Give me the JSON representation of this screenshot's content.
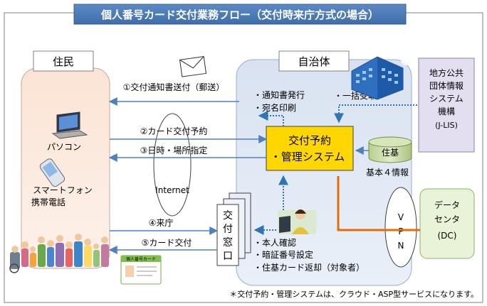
{
  "title": "個人番号カード交付業務フロー（交付時来庁方式の場合）",
  "residents": {
    "label": "住民",
    "pc": "パソコン",
    "phone_line1": "スマートフォン",
    "phone_line2": "携帯電話",
    "card_label": "個人番号カード"
  },
  "municipality": {
    "label": "自治体"
  },
  "flows": {
    "f1": "①交付通知書送付（郵送）",
    "f2": "②カード交付予約",
    "f3": "③日時・場所指定",
    "f4": "④来庁",
    "f5": "⑤カード交付"
  },
  "internet": "Internet",
  "notice": {
    "line1": "・通知書発行",
    "line2": "・宛名印刷"
  },
  "bulk_receive": "・一括受取",
  "system": {
    "line1": "交付予約",
    "line2": "・管理システム"
  },
  "juki": {
    "label": "住基",
    "sub": "基本４情報"
  },
  "jlis": {
    "line1": "地方公共",
    "line2": "団体情報",
    "line3": "システム",
    "line4": "機構",
    "line5": "(J-LIS)"
  },
  "vpn": {
    "v": "V",
    "p": "P",
    "n": "N"
  },
  "dc": {
    "line1": "データ",
    "line2": "センタ",
    "line3": "(DC)"
  },
  "counter": {
    "c1": "交",
    "c2": "付",
    "c3": "窓",
    "c4": "口"
  },
  "tasks": {
    "t1": "・本人確認",
    "t2": "・暗証番号設定",
    "t3": "・住基カード返却（対象者）"
  },
  "footnote": "＊交付予約・管理システムは、クラウド・ASP型サービスになります。",
  "colors": {
    "title_bg": "#4f81bd",
    "flow_arrow": "#4f81bd",
    "system_fill": "#ffd700",
    "vpn_line": "#e36c09"
  }
}
